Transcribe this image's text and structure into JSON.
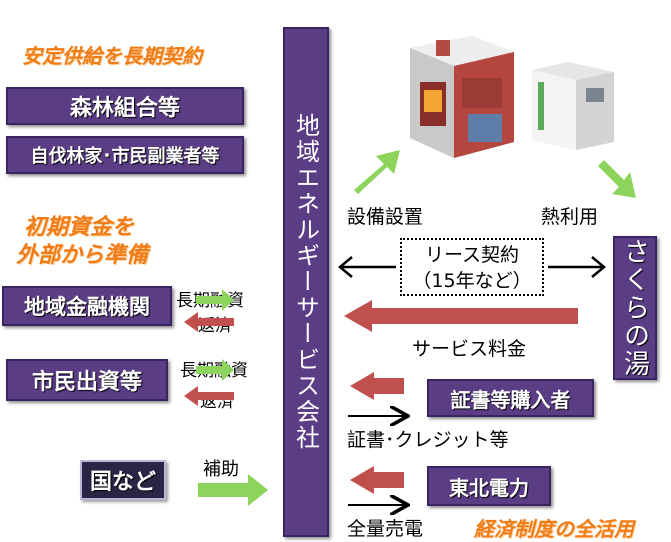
{
  "left": {
    "heading1": "安定供給を長期契約",
    "forest_box": "森林組合等",
    "forest_sub_box": "自伐林家･市民副業者等",
    "heading2_line1": "初期資金を",
    "heading2_line2": "外部から準備",
    "bank_box": "地域金融機関",
    "citizen_box": "市民出資等",
    "loan_label_1": "長期融資",
    "repay_label_1": "返済",
    "loan_label_2": "長期融資",
    "repay_label_2": "返済",
    "gov_box": "国など",
    "subsidy_label": "補助"
  },
  "center": {
    "company_box": "地域エネルギーサービス会社"
  },
  "right": {
    "equipment_label": "設備設置",
    "heat_label": "熱利用",
    "lease_line1": "リース契約",
    "lease_line2": "（15年など）",
    "service_fee_label": "サービス料金",
    "sakura_box": "さくらの湯",
    "certificate_buyer_box": "証書等購入者",
    "certificate_label": "証書･クレジット等",
    "tohoku_box": "東北電力",
    "sale_label": "全量売電",
    "footer_heading": "経済制度の全活用"
  },
  "colors": {
    "purple": "#5b3d86",
    "orange": "#f07c18",
    "green_arrow": "#8cd45c",
    "red_arrow": "#c0504d"
  }
}
